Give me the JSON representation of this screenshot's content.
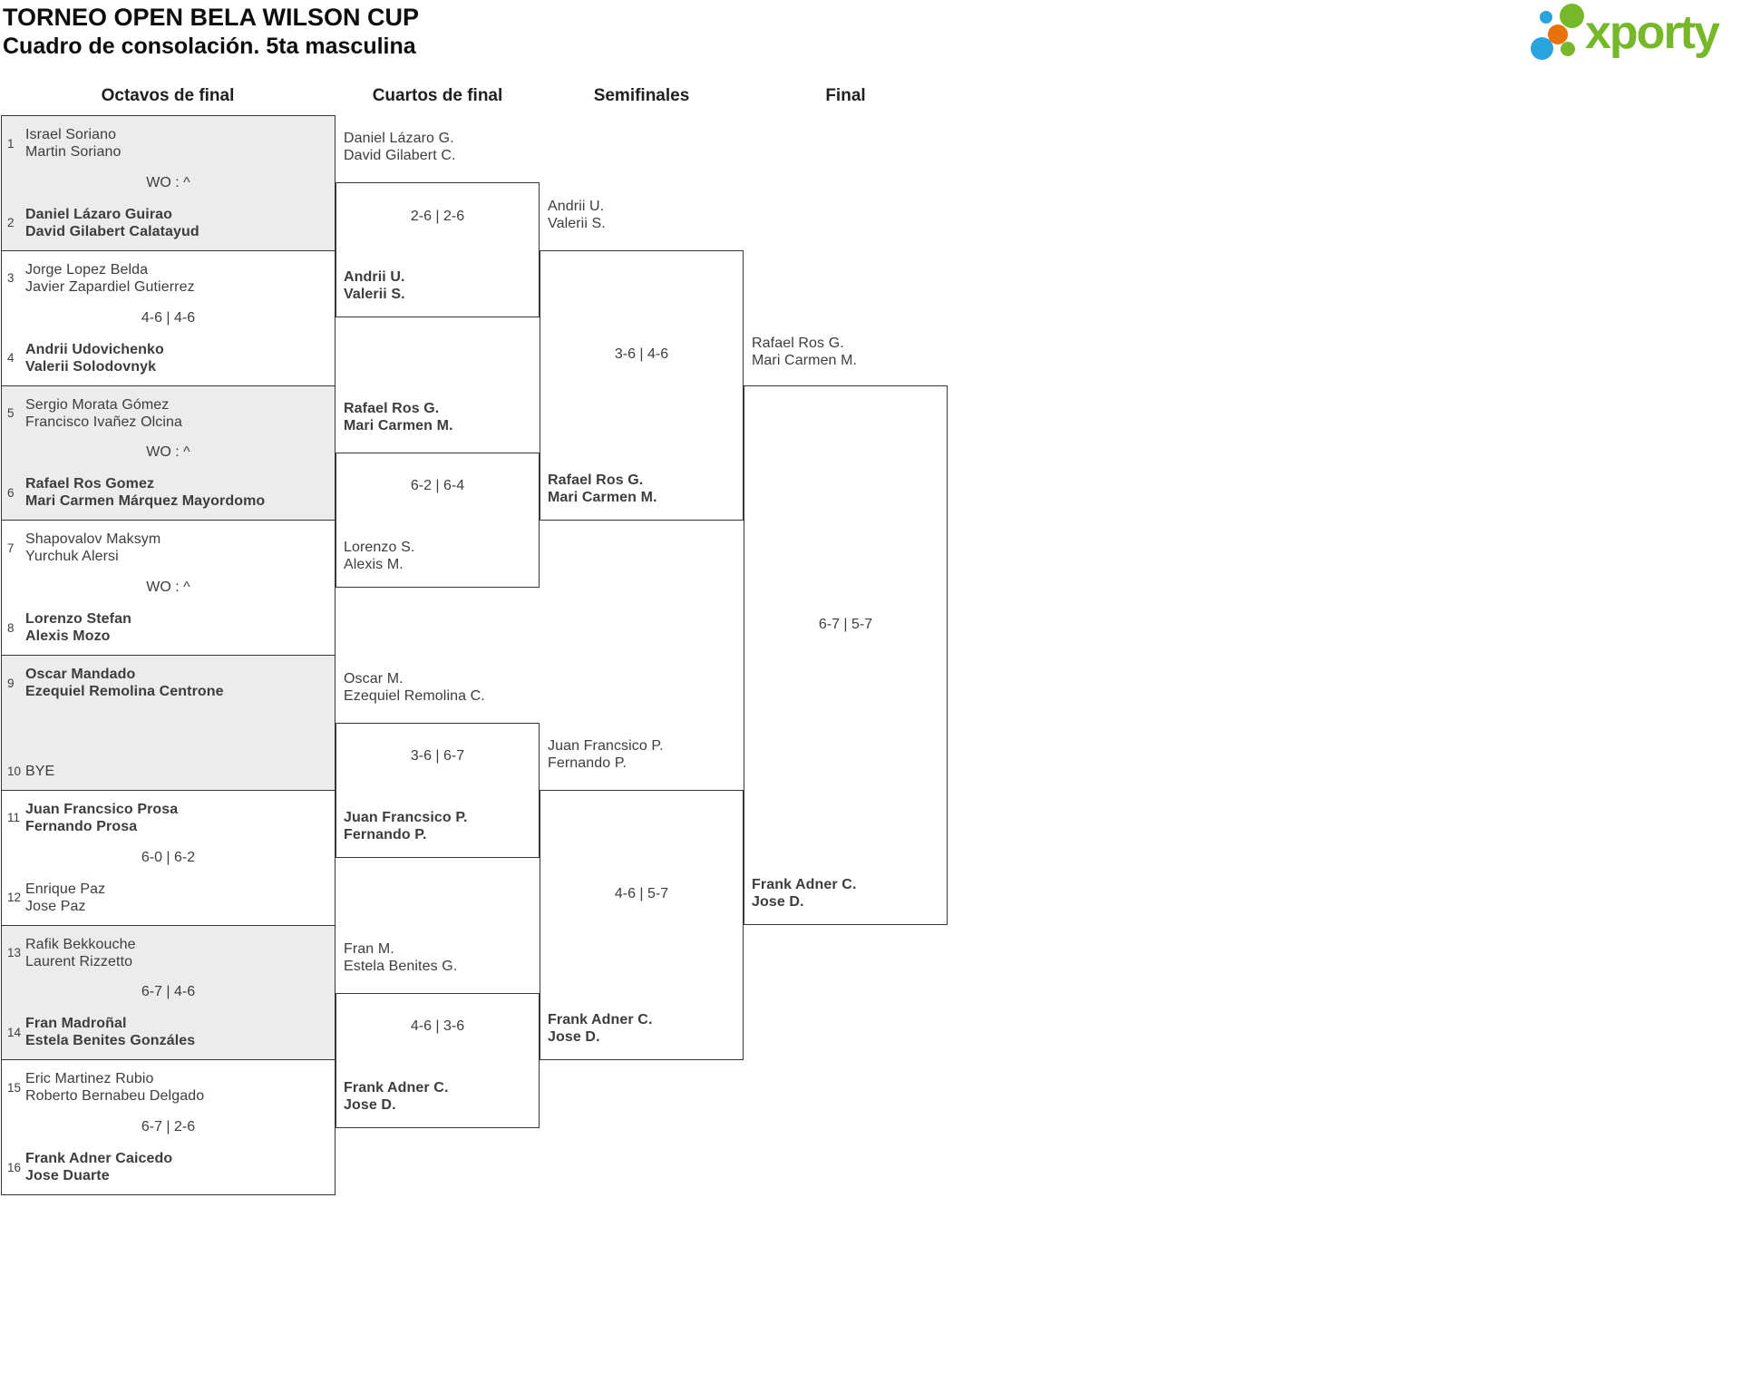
{
  "header": {
    "title": "TORNEO OPEN BELA WILSON CUP",
    "subtitle": "Cuadro de consolación. 5ta masculina"
  },
  "logo": {
    "brand": "xporty"
  },
  "colors": {
    "brand_green": "#76b82a",
    "brand_orange": "#e8730c",
    "brand_blue": "#29a4dc",
    "line": "#383838",
    "shaded_row": "#ececec",
    "text": "#3d3d3d"
  },
  "columns": {
    "octavos": "Octavos de final",
    "cuartos": "Cuartos de final",
    "semifinales": "Semifinales",
    "final": "Final"
  },
  "octavos": [
    {
      "seed_top": "1",
      "top": [
        "Israel Soriano",
        "Martin Soriano"
      ],
      "seed_bottom": "2",
      "bottom": [
        "Daniel Lázaro Guirao",
        "David Gilabert Calatayud"
      ],
      "score": "WO : ^",
      "winner": "bottom"
    },
    {
      "seed_top": "3",
      "top": [
        "Jorge Lopez Belda",
        "Javier Zapardiel Gutierrez"
      ],
      "seed_bottom": "4",
      "bottom": [
        "Andrii Udovichenko",
        "Valerii Solodovnyk"
      ],
      "score": "4-6 | 4-6",
      "winner": "bottom"
    },
    {
      "seed_top": "5",
      "top": [
        "Sergio Morata Gómez",
        "Francisco Ivañez Olcina"
      ],
      "seed_bottom": "6",
      "bottom": [
        "Rafael Ros Gomez",
        "Mari Carmen Márquez Mayordomo"
      ],
      "score": "WO : ^",
      "winner": "bottom"
    },
    {
      "seed_top": "7",
      "top": [
        "Shapovalov Maksym",
        "Yurchuk Alersi"
      ],
      "seed_bottom": "8",
      "bottom": [
        "Lorenzo Stefan",
        "Alexis Mozo"
      ],
      "score": "WO : ^",
      "winner": "bottom"
    },
    {
      "seed_top": "9",
      "top": [
        "Oscar Mandado",
        "Ezequiel Remolina Centrone"
      ],
      "seed_bottom": "10",
      "bottom": [
        "BYE"
      ],
      "score": "",
      "winner": "top"
    },
    {
      "seed_top": "11",
      "top": [
        "Juan Francsico Prosa",
        "Fernando Prosa"
      ],
      "seed_bottom": "12",
      "bottom": [
        "Enrique Paz",
        "Jose Paz"
      ],
      "score": "6-0 | 6-2",
      "winner": "top"
    },
    {
      "seed_top": "13",
      "top": [
        "Rafik Bekkouche",
        "Laurent Rizzetto"
      ],
      "seed_bottom": "14",
      "bottom": [
        "Fran Madroñal",
        "Estela Benites Gonzáles"
      ],
      "score": "6-7 | 4-6",
      "winner": "bottom"
    },
    {
      "seed_top": "15",
      "top": [
        "Eric Martinez Rubio",
        "Roberto Bernabeu Delgado"
      ],
      "seed_bottom": "16",
      "bottom": [
        "Frank Adner Caicedo",
        "Jose Duarte"
      ],
      "score": "6-7 | 2-6",
      "winner": "bottom"
    }
  ],
  "cuartos": [
    {
      "top": [
        "Daniel Lázaro G.",
        "David Gilabert C."
      ],
      "bottom": [
        "Andrii U.",
        "Valerii S."
      ],
      "score": "2-6 | 2-6",
      "winner": "bottom"
    },
    {
      "top": [
        "Rafael Ros G.",
        "Mari Carmen M."
      ],
      "bottom": [
        "Lorenzo S.",
        "Alexis M."
      ],
      "score": "6-2 | 6-4",
      "winner": "top"
    },
    {
      "top": [
        "Oscar M.",
        "Ezequiel Remolina C."
      ],
      "bottom": [
        "Juan Francsico P.",
        "Fernando P."
      ],
      "score": "3-6 | 6-7",
      "winner": "bottom"
    },
    {
      "top": [
        "Fran M.",
        "Estela Benites G."
      ],
      "bottom": [
        "Frank Adner C.",
        "Jose D."
      ],
      "score": "4-6 | 3-6",
      "winner": "bottom"
    }
  ],
  "semifinales": [
    {
      "top": [
        "Andrii U.",
        "Valerii S."
      ],
      "bottom": [
        "Rafael Ros G.",
        "Mari Carmen M."
      ],
      "score": "3-6 | 4-6",
      "winner": "bottom"
    },
    {
      "top": [
        "Juan Francsico P.",
        "Fernando P."
      ],
      "bottom": [
        "Frank Adner C.",
        "Jose D."
      ],
      "score": "4-6 | 5-7",
      "winner": "bottom"
    }
  ],
  "final": {
    "top": [
      "Rafael Ros G.",
      "Mari Carmen M."
    ],
    "bottom": [
      "Frank Adner C.",
      "Jose D."
    ],
    "score": "6-7 | 5-7",
    "winner": "bottom"
  }
}
